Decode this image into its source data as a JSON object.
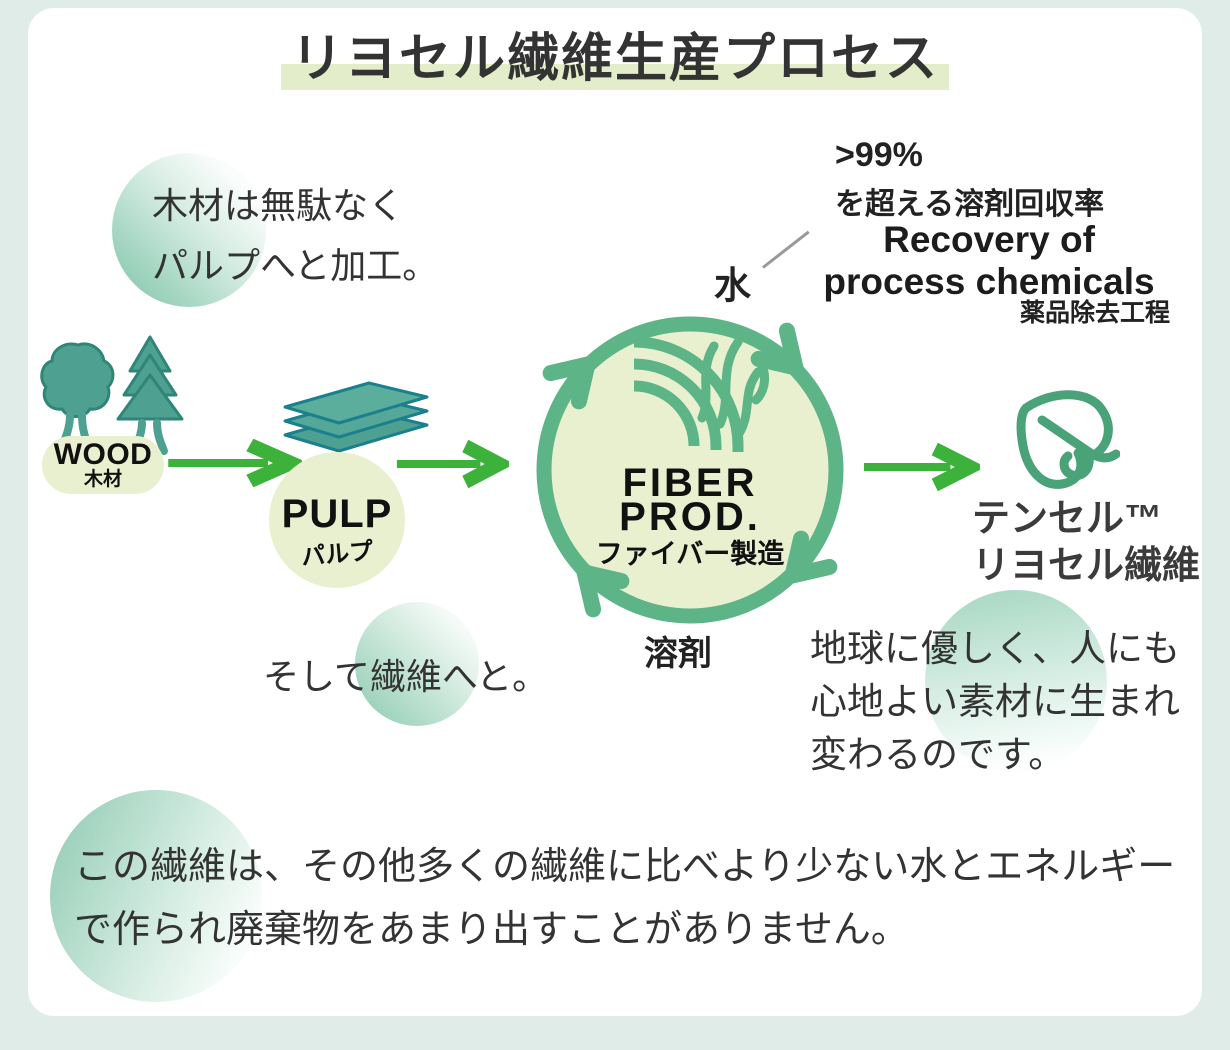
{
  "title": {
    "text": "リヨセル繊維生産プロセス"
  },
  "annotations": {
    "wood_note": [
      "木材は無駄なく",
      "パルプへと加工。"
    ],
    "fiber_note": "そして繊維へと。",
    "reborn_note": [
      "地球に優しく、人にも",
      "心地よい素材に生まれ",
      "変わるのです。"
    ],
    "footer_note": [
      "この繊維は、その他多くの繊維に比べより少ない水とエネルギー",
      "で作られ廃棄物をあまり出すことがありません。"
    ]
  },
  "recovery": {
    "percent": ">99%",
    "rate_jp": "を超える溶剤回収率",
    "en_lines": [
      "Recovery of",
      "process chemicals"
    ],
    "process_jp": "薬品除去工程"
  },
  "cycle": {
    "water": "水",
    "solvent": "溶剤",
    "center_en": [
      "FIBER",
      "PROD."
    ],
    "center_jp": "ファイバー製造"
  },
  "stages": {
    "wood_en": "WOOD",
    "wood_jp": "木材",
    "pulp_en": "PULP",
    "pulp_jp": "パルプ",
    "product_lines": [
      "テンセル™",
      "リヨセル繊維"
    ]
  },
  "icons": {
    "trees-icon": "two stylized teal trees",
    "pulp-sheets-icon": "stack of three pulp sheets",
    "cycle-arrows-icon": "circular closed-loop arrows ring",
    "fiber-strands-icon": "curved fiber strands",
    "tencel-leaf-icon": "TENCEL heart-shaped leaf logo",
    "flow-arrow-icon": "green right-pointing process arrow",
    "water-connector-line": "diagonal callout line from 水 to recovery text"
  },
  "colors": {
    "background_frame": "#e0ece7",
    "card": "#ffffff",
    "title_highlight": "#e3edc9",
    "pale_leaf_fill": "#e9f0cf",
    "arrow_green": "#3cb23a",
    "teal_icon": "#4ea191",
    "teal_icon_outline": "#267f7b",
    "ring_green": "#5cb487",
    "leaf_logo_green": "#4aa378",
    "text_dark": "#333333",
    "gradient_mint": "#7fc4aa"
  }
}
